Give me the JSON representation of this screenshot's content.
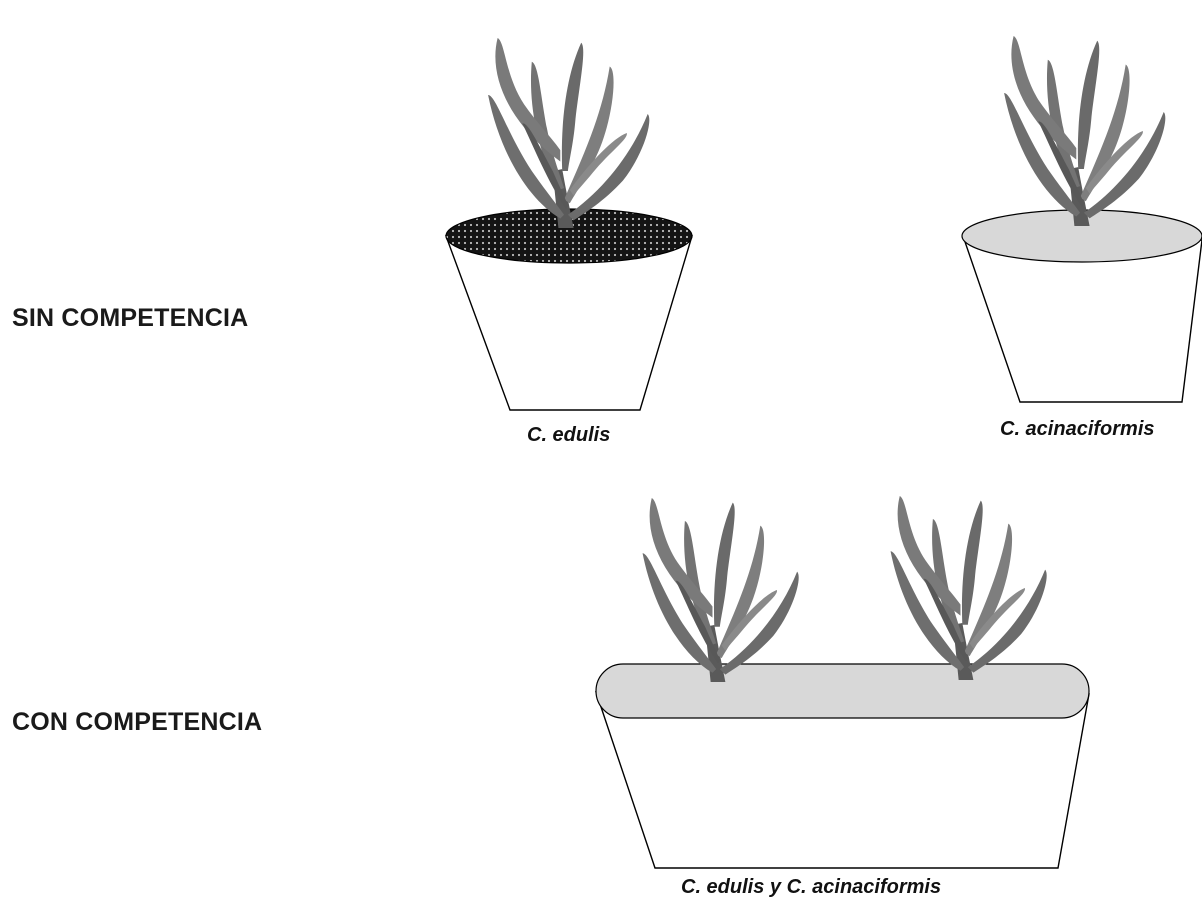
{
  "rows": {
    "without_competition": "SIN COMPETENCIA",
    "with_competition": "CON COMPETENCIA"
  },
  "pots": {
    "edulis": "C. edulis",
    "acinaciformis": "C. acinaciformis",
    "both": "C. edulis y C. acinaciformis"
  },
  "colors": {
    "plant": "#6e6e6e",
    "plant_dark": "#4a4a4a",
    "soil_dark": "#141414",
    "soil_light": "#d8d8d8",
    "outline": "#000000"
  }
}
